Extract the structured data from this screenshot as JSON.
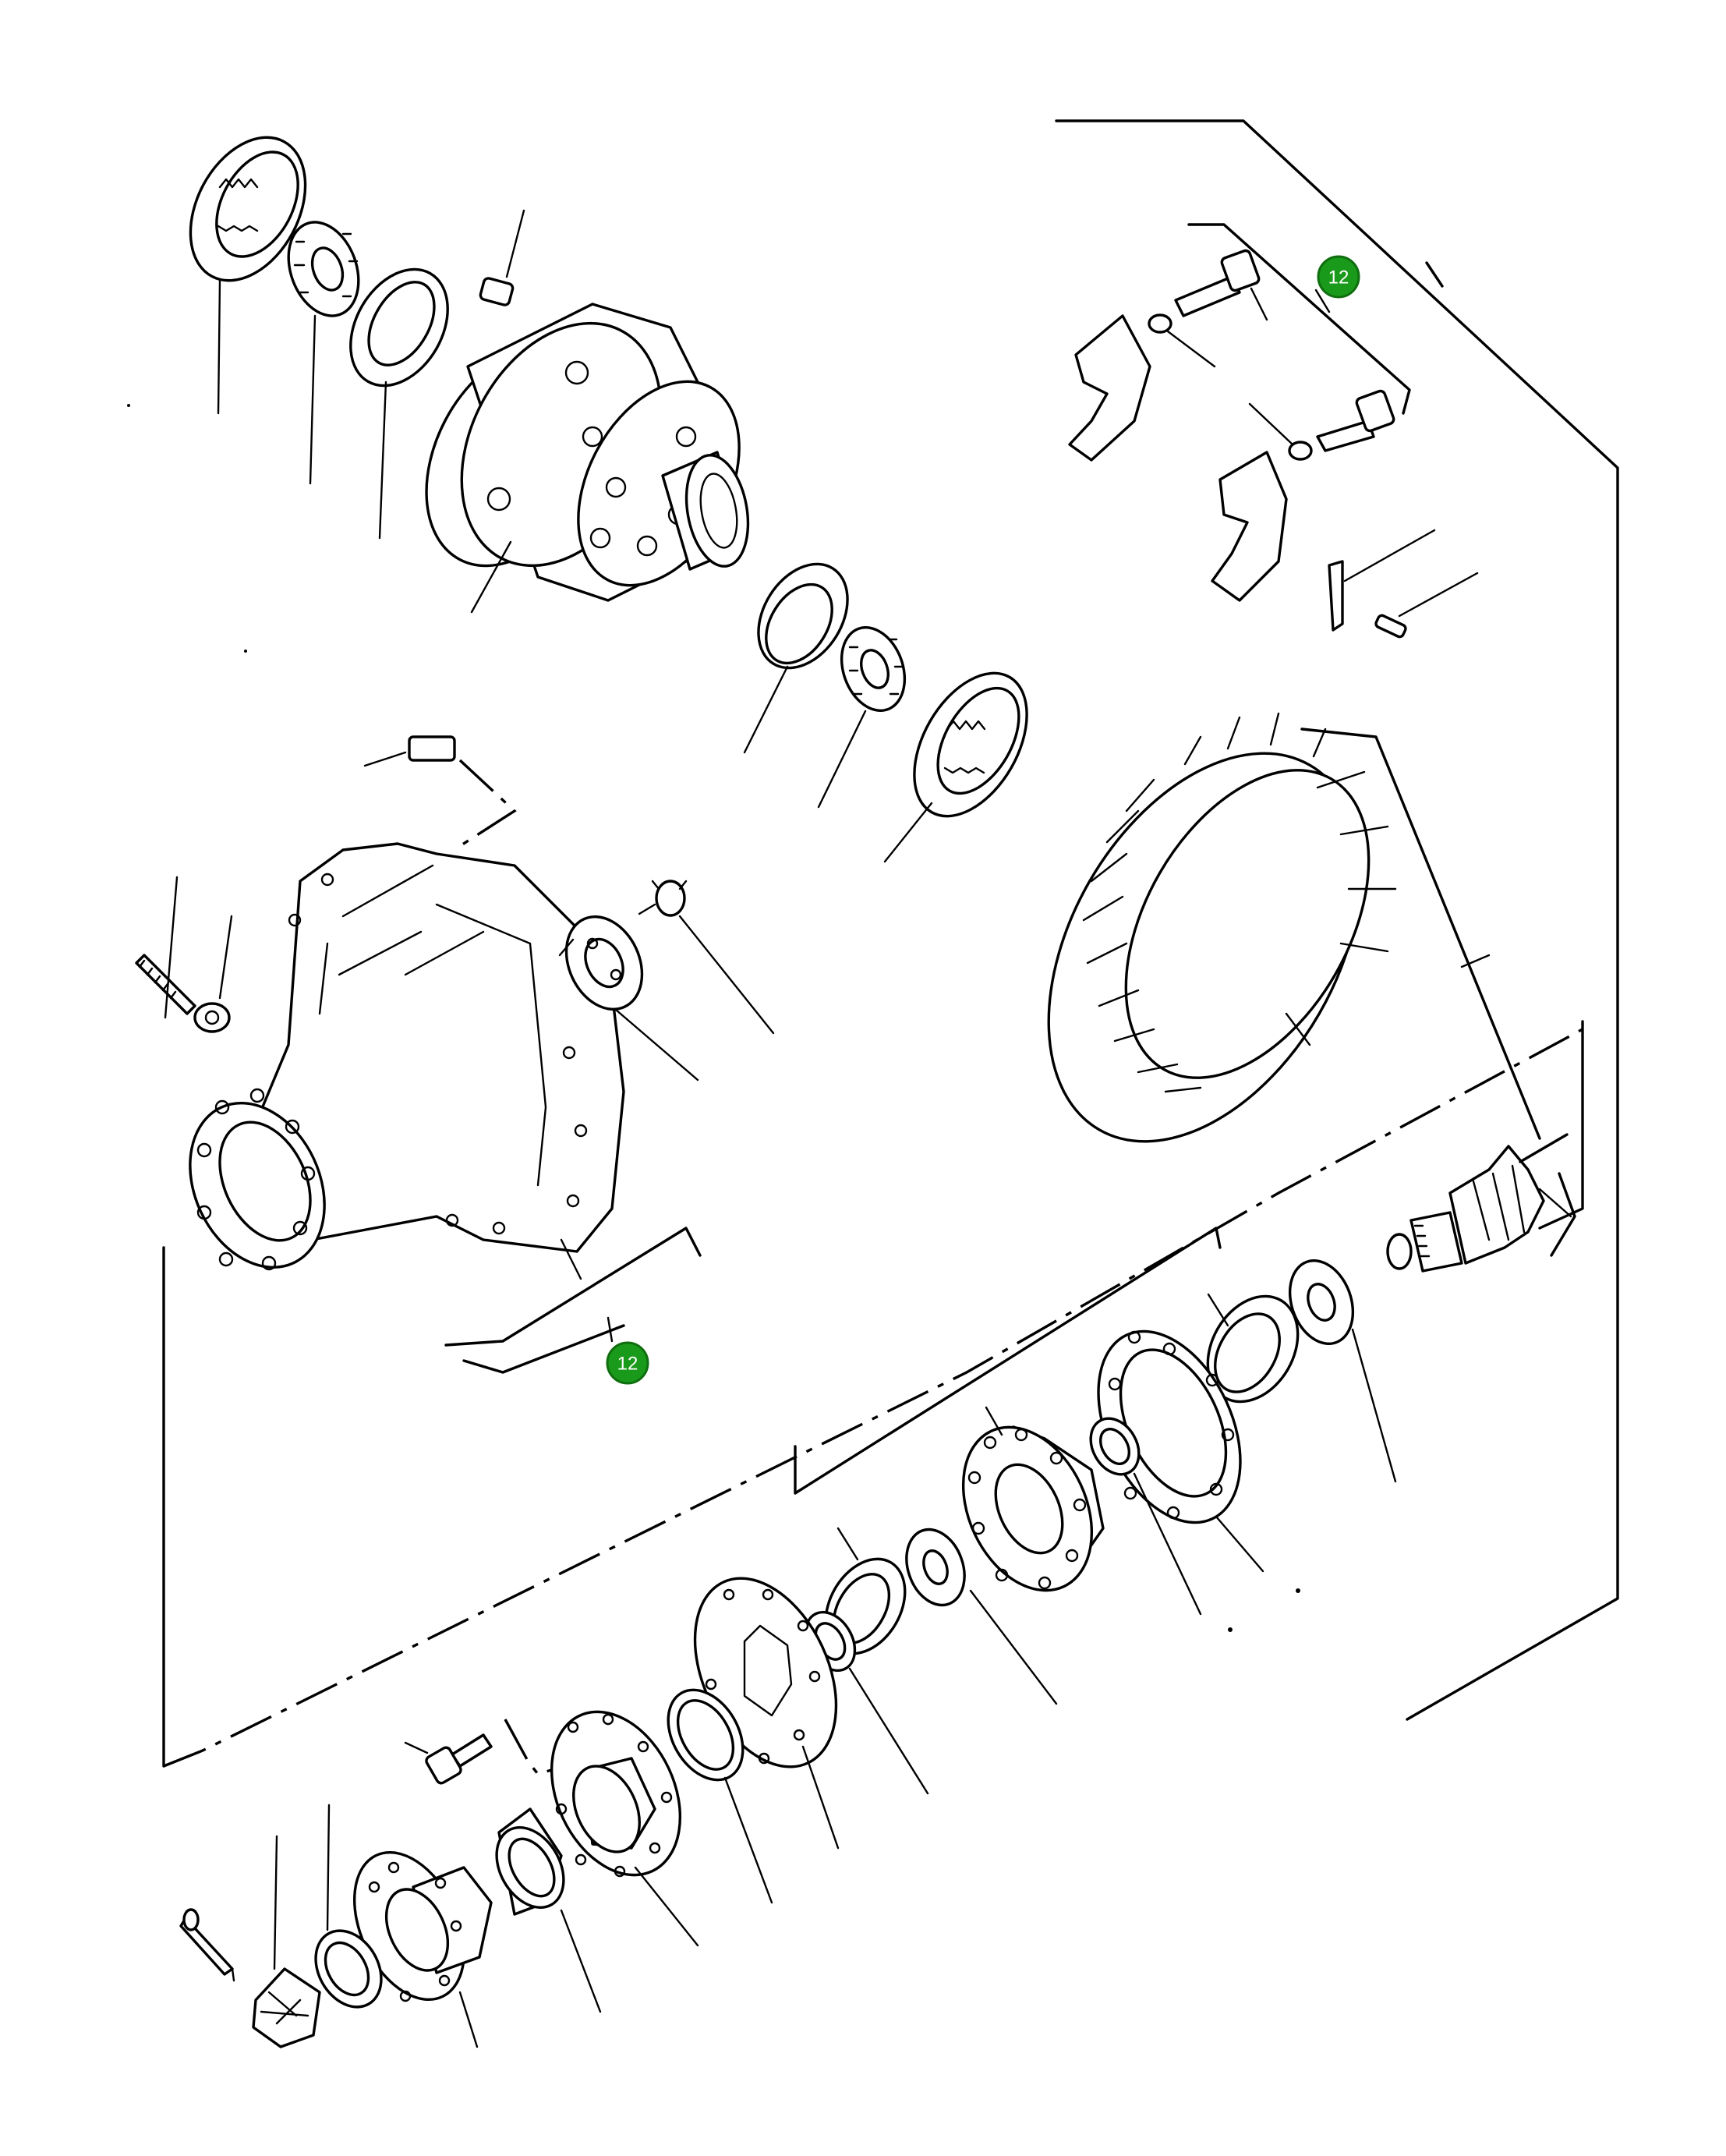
{
  "callouts": [
    {
      "id": "callout-upper-right",
      "label": "12"
    },
    {
      "id": "callout-lower-left",
      "label": "12"
    }
  ],
  "colors": {
    "callout_fill": "#1a9a1a",
    "line": "#000000",
    "background": "#ffffff"
  }
}
